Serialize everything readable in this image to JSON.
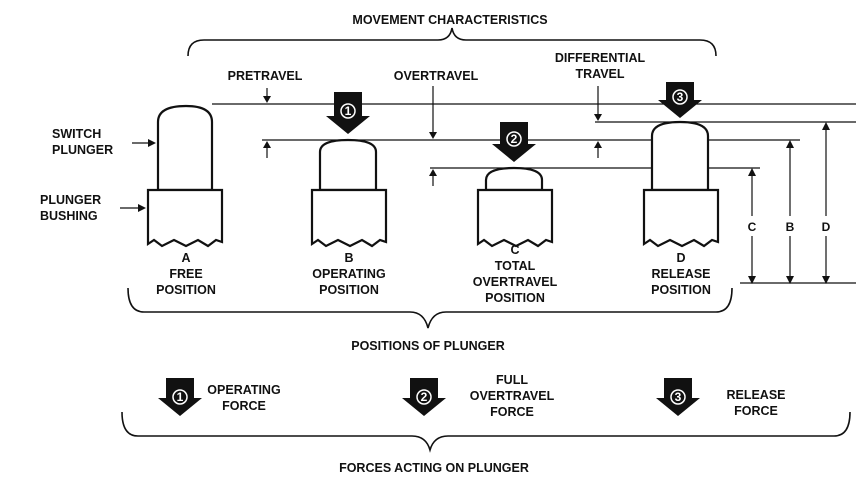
{
  "diagram": {
    "movement_title": "MOVEMENT CHARACTERISTICS",
    "pretravel": "PRETRAVEL",
    "overtravel": "OVERTRAVEL",
    "differential_line1": "DIFFERENTIAL",
    "differential_line2": "TRAVEL",
    "switch_plunger_line1": "SWITCH",
    "switch_plunger_line2": "PLUNGER",
    "plunger_bushing_line1": "PLUNGER",
    "plunger_bushing_line2": "BUSHING",
    "positions": [
      {
        "letter": "A",
        "line1": "FREE",
        "line2": "POSITION",
        "line3": ""
      },
      {
        "letter": "B",
        "line1": "OPERATING",
        "line2": "POSITION",
        "line3": ""
      },
      {
        "letter": "C",
        "line1": "TOTAL",
        "line2": "OVERTRAVEL",
        "line3": "POSITION"
      },
      {
        "letter": "D",
        "line1": "RELEASE",
        "line2": "POSITION",
        "line3": ""
      }
    ],
    "dimensions": [
      "C",
      "B",
      "D"
    ],
    "positions_title": "POSITIONS OF PLUNGER",
    "forces": [
      {
        "num": "1",
        "line1": "OPERATING",
        "line2": "FORCE",
        "line3": ""
      },
      {
        "num": "2",
        "line1": "FULL",
        "line2": "OVERTRAVEL",
        "line3": "FORCE"
      },
      {
        "num": "3",
        "line1": "RELEASE",
        "line2": "FORCE",
        "line3": ""
      }
    ],
    "forces_title": "FORCES ACTING ON PLUNGER"
  }
}
